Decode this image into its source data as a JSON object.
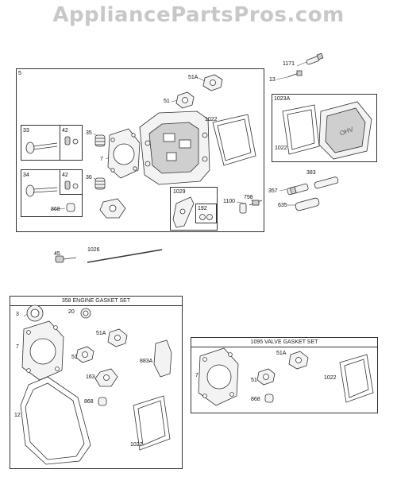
{
  "watermark": "AppliancePartsPros.com",
  "main_group": {
    "box_label": "5",
    "callouts": {
      "p1171": "1171",
      "p13": "13",
      "p51A": "51A",
      "p51": "51",
      "p1022": "1022",
      "p35": "35",
      "p7": "7",
      "p36": "36",
      "p868": "868",
      "p1029": "1029",
      "p192": "192",
      "p1100": "1100",
      "p798": "798",
      "p357": "357",
      "p383": "383",
      "p635": "635",
      "p45": "45",
      "p1026": "1026"
    },
    "sub_33": {
      "label": "33",
      "inner": "42"
    },
    "sub_34": {
      "label": "34",
      "inner": "42"
    },
    "sub_1023A": {
      "label": "1023A",
      "callout": "1022"
    }
  },
  "engine_gasket_set": {
    "title": "358 ENGINE GASKET SET",
    "callouts": {
      "p3": "3",
      "p20": "20",
      "p7": "7",
      "p51A": "51A",
      "p51": "51",
      "p883A": "883A",
      "p163": "163",
      "p868": "868",
      "p12": "12",
      "p1022": "1022"
    }
  },
  "valve_gasket_set": {
    "title": "1095 VALVE GASKET SET",
    "callouts": {
      "p51A": "51A",
      "p7": "7",
      "p51": "51",
      "p1022": "1022",
      "p868": "868"
    }
  }
}
